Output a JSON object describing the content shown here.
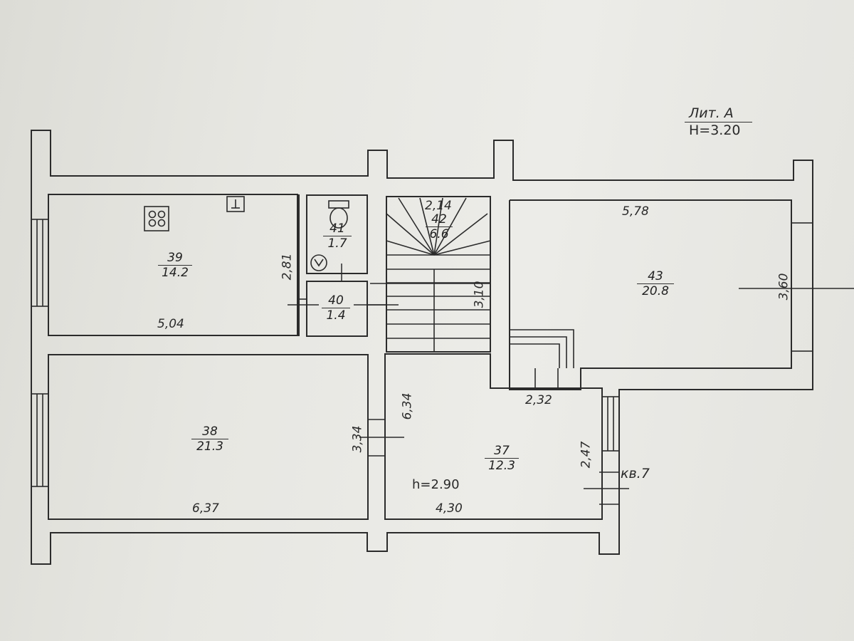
{
  "header": {
    "lit": "Лит. А",
    "height": "Н=3.20"
  },
  "rooms": [
    {
      "id": "39",
      "area": "14.2"
    },
    {
      "id": "40",
      "area": "1.4"
    },
    {
      "id": "41",
      "area": "1.7"
    },
    {
      "id": "42",
      "area": "6.6"
    },
    {
      "id": "43",
      "area": "20.8"
    },
    {
      "id": "38",
      "area": "21.3"
    },
    {
      "id": "37",
      "area": "12.3"
    }
  ],
  "dimensions": {
    "d504": "5,04",
    "d281": "2,81",
    "d214": "2,14",
    "d310": "3,10",
    "d578": "5,78",
    "d360": "3,60",
    "d232": "2,32",
    "d634": "6,34",
    "d334": "3,34",
    "d637": "6,37",
    "d430": "4,30",
    "d247": "2,47"
  },
  "notes": {
    "subheight": "h=2.90",
    "apartment": "кв.7"
  },
  "colors": {
    "line": "#2b2b2b",
    "wall": "#f3f3ef",
    "paper": "#e8e8e3"
  }
}
